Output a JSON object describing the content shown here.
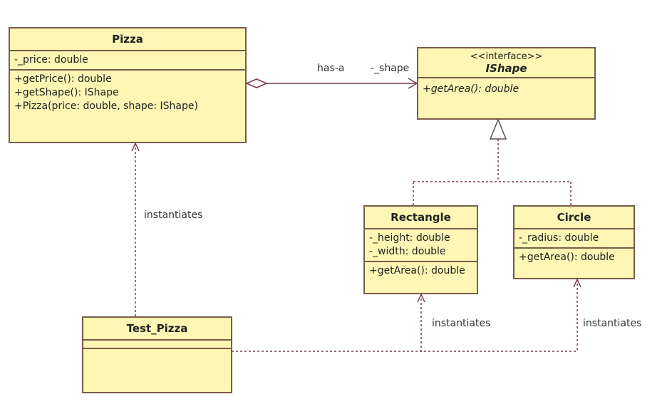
{
  "classes": {
    "pizza": {
      "name": "Pizza",
      "attributes": [
        "-_price: double"
      ],
      "operations": [
        "+getPrice(): double",
        "+getShape(): IShape",
        "+Pizza(price: double, shape: IShape)"
      ]
    },
    "ishape": {
      "stereotype": "<<interface>>",
      "name": "IShape",
      "operations": [
        "+getArea(): double"
      ]
    },
    "rectangle": {
      "name": "Rectangle",
      "attributes": [
        "-_height: double",
        "-_width: double"
      ],
      "operations": [
        "+getArea(): double"
      ]
    },
    "circle": {
      "name": "Circle",
      "attributes": [
        "-_radius: double"
      ],
      "operations": [
        "+getArea(): double"
      ]
    },
    "test_pizza": {
      "name": "Test_Pizza"
    }
  },
  "relations": {
    "aggregation_label": "has-a",
    "aggregation_role": "-_shape",
    "instantiates_pizza": "instantiates",
    "instantiates_rectangle": "instantiates",
    "instantiates_circle": "instantiates"
  },
  "colors": {
    "box_fill": "#fdf6b4",
    "box_border": "#7a5c4a",
    "line": "#7a3a4a"
  }
}
